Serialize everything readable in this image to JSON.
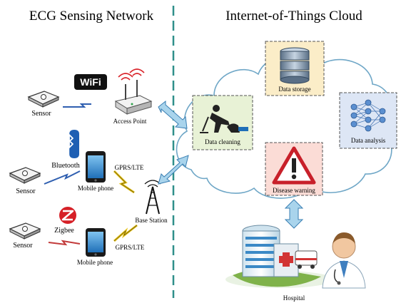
{
  "left_panel": {
    "title": "ECG Sensing Network",
    "sensor_label": "Sensor",
    "wifi_logo_text": "WiFi",
    "access_point_label": "Access Point",
    "bluetooth_label": "Bluetooth",
    "zigbee_label": "Zigbee",
    "mobile_phone_label": "Mobile phone",
    "gprs_lte_label": "GPRS/LTE",
    "base_station_label": "Base Station"
  },
  "right_panel": {
    "title": "Internet-of-Things Cloud",
    "data_storage_label": "Data storage",
    "data_cleaning_label": "Data cleaning",
    "data_analysis_label": "Data analysis",
    "disease_warning_label": "Disease warning",
    "hospital_label": "Hospital"
  },
  "colors": {
    "divider": "#2f8f8a",
    "cloud_stroke": "#6fa7c7",
    "arrow_fill": "#a9d4ec",
    "arrow_stroke": "#3a7fb3",
    "box_cleaning": "#e8f2d6",
    "box_storage": "#fbedc8",
    "box_analysis": "#dde6f5",
    "box_warning": "#fbdcd6",
    "wifi_red": "#d9232a",
    "bluetooth_blue": "#1e5fb3",
    "zigbee_red": "#d62027",
    "lightning_yellow": "#e6c21a",
    "lightning_blue": "#2f5fb0",
    "lightning_red": "#c23a3a"
  }
}
